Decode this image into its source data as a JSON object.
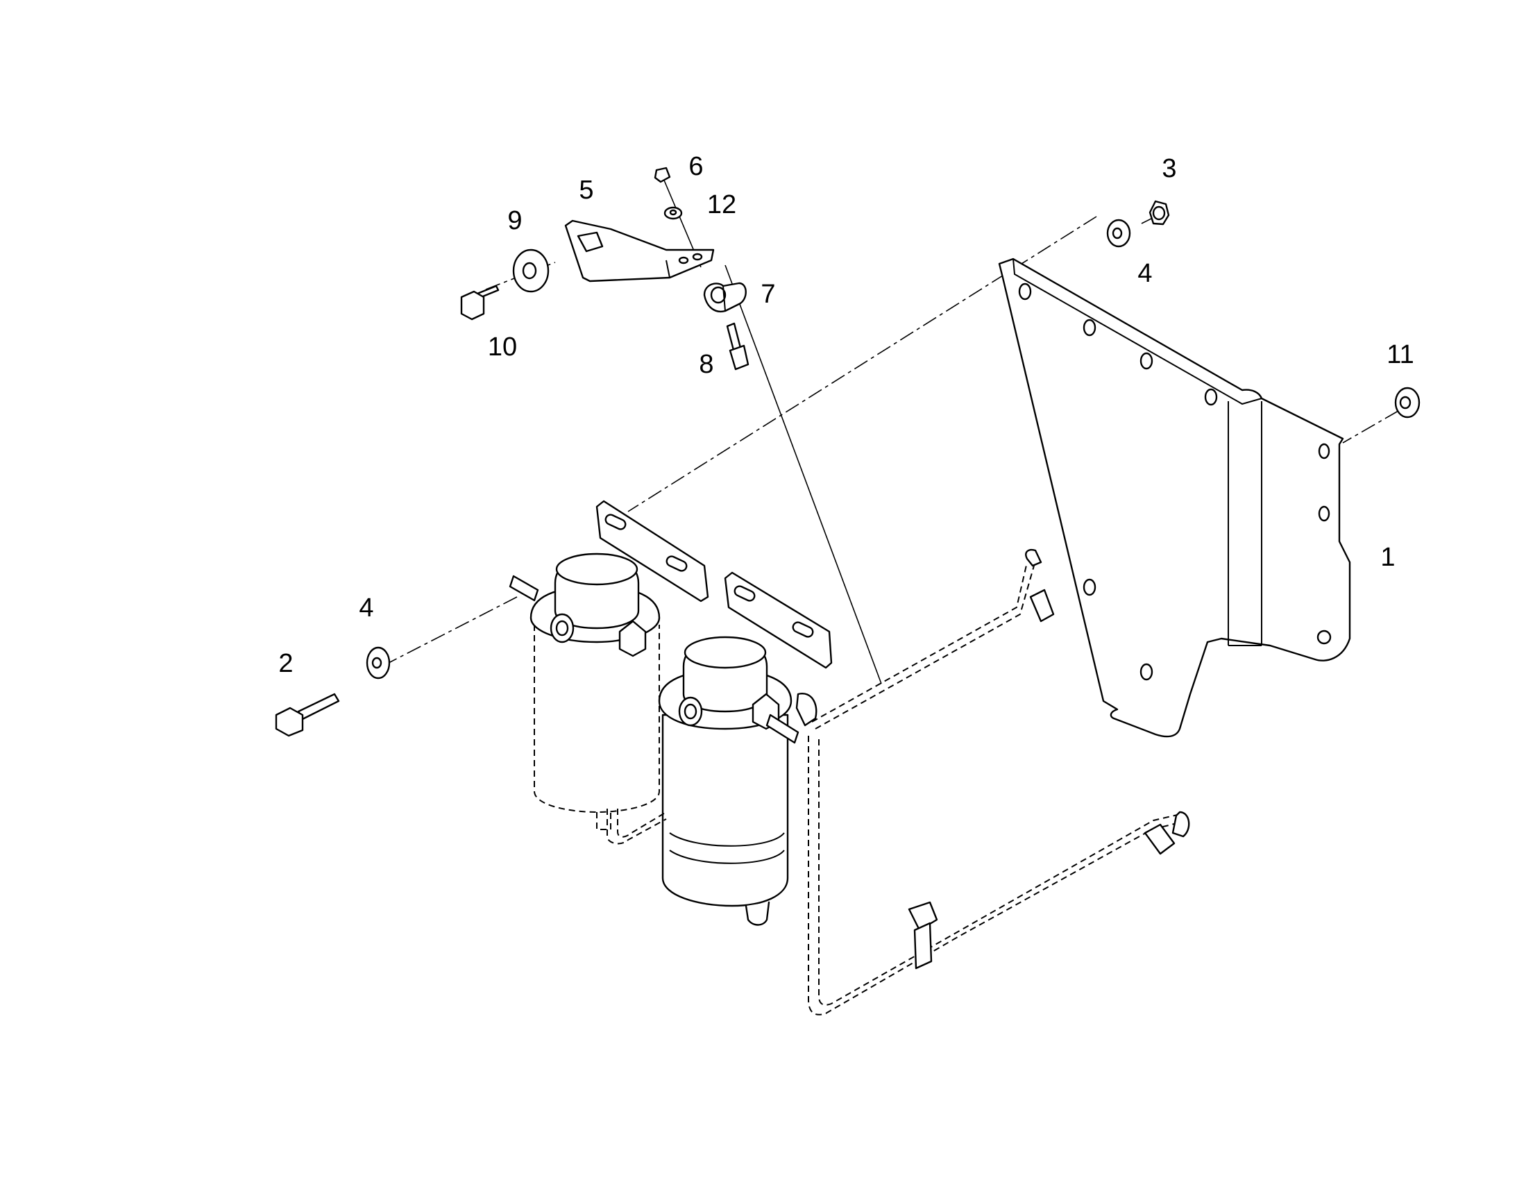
{
  "callouts": [
    {
      "id": "1",
      "label": "1"
    },
    {
      "id": "2",
      "label": "2"
    },
    {
      "id": "3",
      "label": "3"
    },
    {
      "id": "4a",
      "label": "4"
    },
    {
      "id": "4b",
      "label": "4"
    },
    {
      "id": "5",
      "label": "5"
    },
    {
      "id": "6",
      "label": "6"
    },
    {
      "id": "7",
      "label": "7"
    },
    {
      "id": "8",
      "label": "8"
    },
    {
      "id": "9",
      "label": "9"
    },
    {
      "id": "10",
      "label": "10"
    },
    {
      "id": "11",
      "label": "11"
    },
    {
      "id": "12",
      "label": "12"
    }
  ]
}
